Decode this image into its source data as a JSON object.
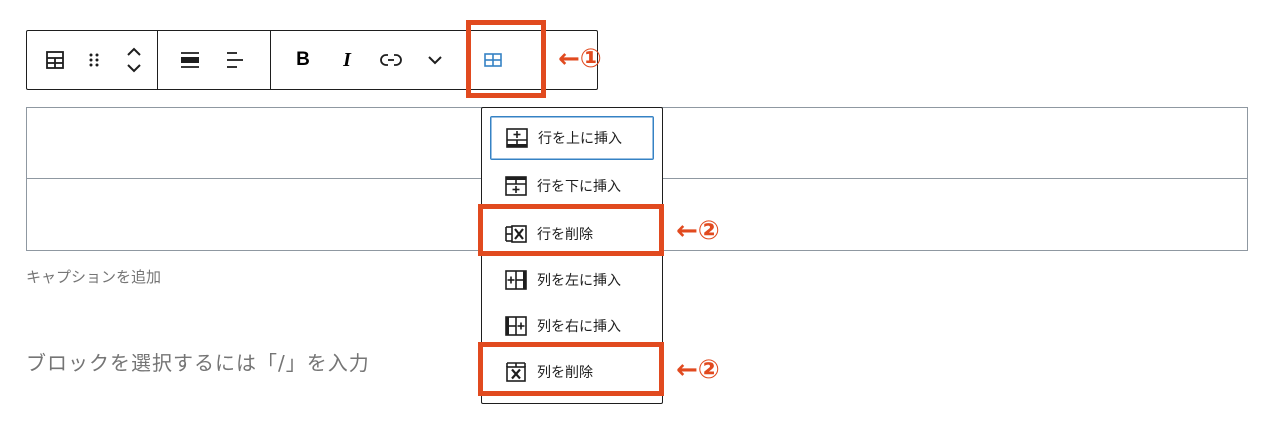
{
  "toolbar": {
    "buttons": [
      {
        "icon": "table-icon"
      },
      {
        "icon": "drag-handle-icon"
      },
      {
        "icon": "move-up-down-icon"
      },
      {
        "icon": "align-wide-icon"
      },
      {
        "icon": "align-left-icon"
      },
      {
        "icon": "bold-icon",
        "label": "B"
      },
      {
        "icon": "italic-icon",
        "label": "I"
      },
      {
        "icon": "link-icon"
      },
      {
        "icon": "chevron-down-icon"
      },
      {
        "icon": "table-edit-icon"
      }
    ]
  },
  "editor": {
    "caption_placeholder": "キャプションを追加",
    "block_placeholder": "ブロックを選択するには「/」を入力"
  },
  "menu": {
    "items": [
      {
        "label": "行を上に挿入",
        "icon": "insert-row-before-icon"
      },
      {
        "label": "行を下に挿入",
        "icon": "insert-row-after-icon"
      },
      {
        "label": "行を削除",
        "icon": "delete-row-icon"
      },
      {
        "label": "列を左に挿入",
        "icon": "insert-column-before-icon"
      },
      {
        "label": "列を右に挿入",
        "icon": "insert-column-after-icon"
      },
      {
        "label": "列を削除",
        "icon": "delete-column-icon"
      }
    ]
  },
  "annotations": {
    "toolbar_note": "←①",
    "row_delete_note": "←②",
    "column_delete_note": "←②"
  },
  "colors": {
    "annotation": "#e14a1f",
    "accent": "#3582c4",
    "border": "#1e1e1e",
    "muted_text": "#757575"
  }
}
